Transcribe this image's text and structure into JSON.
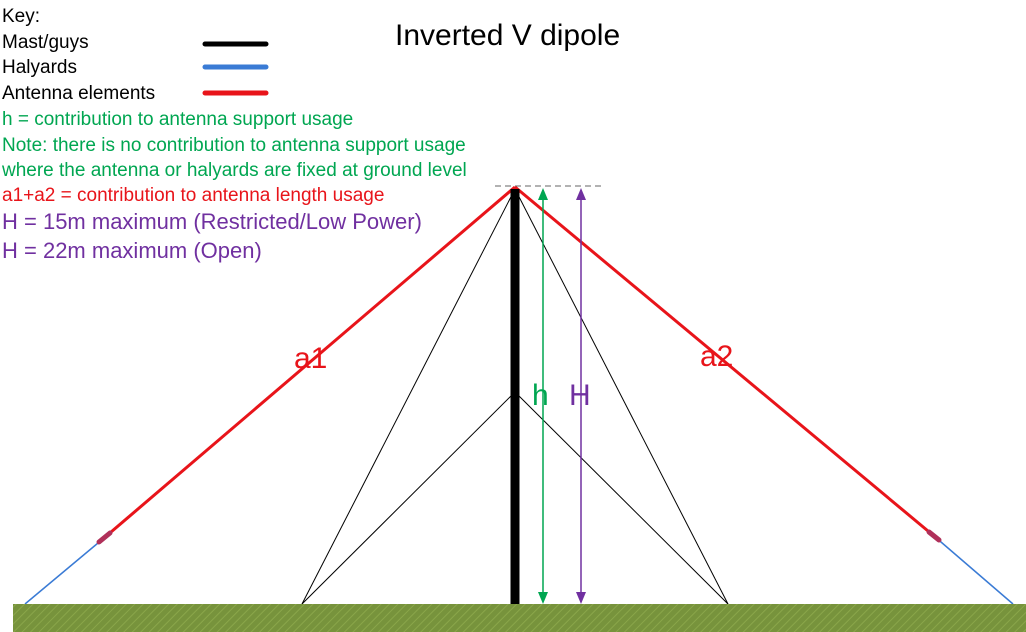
{
  "title": "Inverted V dipole",
  "key": {
    "heading": "Key:",
    "items": [
      {
        "label": "Mast/guys",
        "color": "#000000"
      },
      {
        "label": "Halyards",
        "color": "#3a7bd5"
      },
      {
        "label": "Antenna elements",
        "color": "#e8141a"
      }
    ]
  },
  "notes": [
    {
      "text": "h = contribution to antenna support usage",
      "color": "#00a651"
    },
    {
      "text": "Note: there is no contribution to antenna support usage",
      "color": "#00a651"
    },
    {
      "text": "where the antenna or halyards are fixed at ground level",
      "color": "#00a651"
    },
    {
      "text": "a1+a2 = contribution to antenna length usage",
      "color": "#e8141a"
    },
    {
      "text": "H = 15m maximum (Restricted/Low Power)",
      "color": "#7030a0"
    },
    {
      "text": "H = 22m maximum (Open)",
      "color": "#7030a0"
    }
  ],
  "labels": {
    "a1": "a1",
    "a2": "a2",
    "h": "h",
    "H": "H"
  },
  "colors": {
    "mast": "#000000",
    "halyard": "#3a7bd5",
    "element": "#e8141a",
    "h_arrow": "#00a651",
    "H_arrow": "#7030a0",
    "ground": "#77933c",
    "insulator": "#b0305a"
  }
}
